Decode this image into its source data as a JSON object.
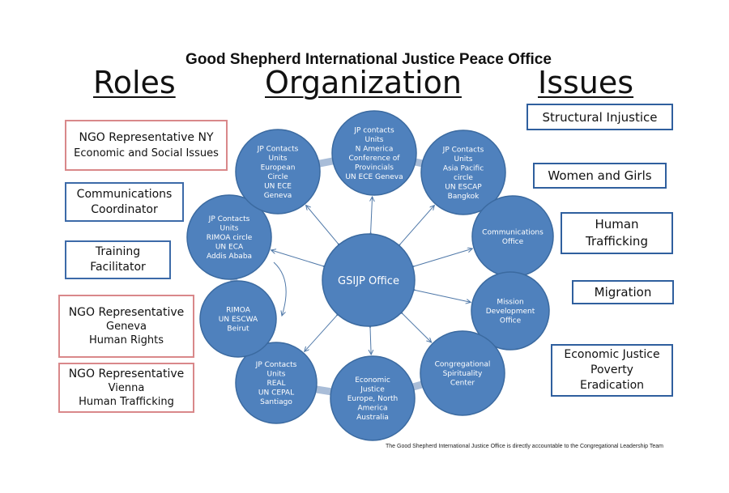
{
  "title": "Good Shepherd International Justice Peace Office",
  "headings": {
    "roles": "Roles",
    "organization": "Organization",
    "issues": "Issues"
  },
  "roles": [
    {
      "lines": [
        "NGO Representative NY",
        "Economic and Social Issues"
      ]
    },
    {
      "lines": [
        "Communications",
        "Coordinator"
      ]
    },
    {
      "lines": [
        "Training",
        "Facilitator"
      ]
    },
    {
      "lines": [
        "NGO Representative",
        "Geneva",
        "Human Rights"
      ]
    },
    {
      "lines": [
        "NGO Representative",
        "Vienna",
        "Human Trafficking"
      ]
    }
  ],
  "issues": [
    {
      "lines": [
        "Structural Injustice"
      ]
    },
    {
      "lines": [
        "Women and Girls"
      ]
    },
    {
      "lines": [
        "Human",
        "Trafficking"
      ]
    },
    {
      "lines": [
        "Migration"
      ]
    },
    {
      "lines": [
        "Economic Justice",
        "Poverty",
        "Eradication"
      ]
    }
  ],
  "center": {
    "label": "GSIJP Office"
  },
  "nodes": [
    {
      "lines": [
        "JP contacts",
        "Units",
        "N America",
        "Conference of",
        "Provincials",
        "UN ECE  Geneva"
      ]
    },
    {
      "lines": [
        "JP Contacts",
        "Units",
        "Asia Pacific",
        "circle",
        "UN ESCAP",
        "Bangkok"
      ]
    },
    {
      "lines": [
        "Communications",
        "Office"
      ]
    },
    {
      "lines": [
        "Mission",
        "Development",
        "Office"
      ]
    },
    {
      "lines": [
        "Congregational",
        "Spirituality",
        "Center"
      ]
    },
    {
      "lines": [
        "Economic",
        "Justice",
        "Europe, North",
        "America",
        "Australia"
      ]
    },
    {
      "lines": [
        "JP Contacts",
        "Units",
        "REAL",
        "UN CEPAL",
        "Santiago"
      ]
    },
    {
      "lines": [
        "RIMOA",
        "UN  ESCWA",
        "Beirut"
      ]
    },
    {
      "lines": [
        "JP Contacts",
        "Units",
        "RIMOA  circle",
        "UN ECA",
        "Addis Ababa"
      ]
    },
    {
      "lines": [
        "JP Contacts",
        "Units",
        "European",
        "Circle",
        "UN ECE",
        "Geneva"
      ]
    }
  ],
  "colors": {
    "node_fill": "#4f81bd",
    "node_stroke": "#3b6aa0",
    "connector": "#a9bdd8",
    "arrow": "#4f78a8",
    "role_red": "#d9888a",
    "role_blue": "#3c6aa8",
    "issue_border": "#2f5f9e"
  },
  "footer": "The Good Shepherd International Justice Office is directly accountable to the Congregational Leadership Team"
}
